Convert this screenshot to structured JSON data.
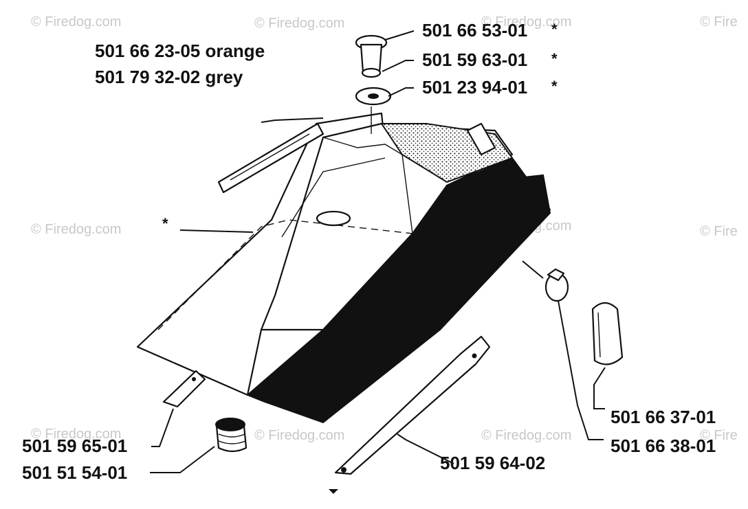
{
  "watermark": "© Firedog.com",
  "watermark_alt": "© Firedog.com",
  "watermark_short": "© Fire",
  "labels": {
    "cover_color_orange": "501 66 23-05 orange",
    "cover_color_grey": "501 79 32-02 grey",
    "cap": "501 66 53-01",
    "cap_star": "*",
    "ring": "501 59 63-01",
    "ring_star": "*",
    "washer": "501 23 94-01",
    "washer_star": "*",
    "cover_star": "*",
    "filter": "501 66 37-01",
    "plug": "501 66 38-01",
    "rail_long": "501 59 64-02",
    "bracket": "501 59 65-01",
    "knob": "501 51 54-01"
  },
  "colors": {
    "ink": "#111111",
    "watermark": "#c8c8c8",
    "background": "#ffffff"
  }
}
